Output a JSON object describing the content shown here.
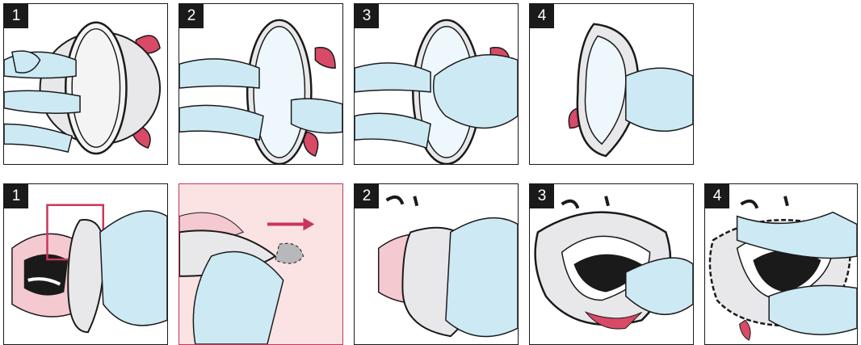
{
  "top_row": {
    "steps": [
      "1",
      "2",
      "3",
      "4"
    ]
  },
  "bottom_row": {
    "steps": [
      "1",
      "2",
      "3",
      "4"
    ]
  },
  "colors": {
    "glove": "#cde9f4",
    "retractor": "#d9d9dc",
    "tongue": "#d84a66",
    "skin": "#fbe3e4",
    "accent": "#c9365a",
    "outline": "#1a1a1a"
  }
}
